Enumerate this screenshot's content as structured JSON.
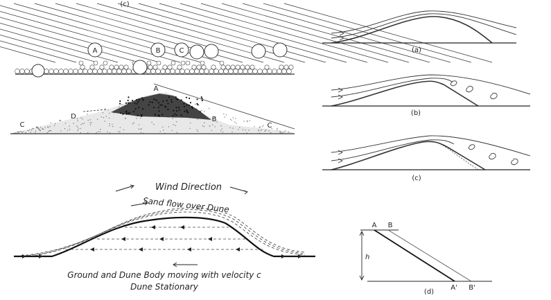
{
  "top_left": {
    "header": "(c)",
    "grain_labels": [
      "A",
      "B",
      "C"
    ]
  },
  "mid_left": {
    "labels": {
      "a": "A",
      "b": "B",
      "c_left": "C",
      "c_right": "C",
      "d": "D"
    }
  },
  "bottom_left": {
    "wind_direction": "Wind Direction",
    "sand_flow": "Sand flow over Dune",
    "ground_caption": "Ground and Dune Body moving with velocity c",
    "stationary_caption": "Dune Stationary"
  },
  "right": {
    "caption_a": "(a)",
    "caption_b": "(b)",
    "caption_c": "(c)",
    "caption_d": "(d)",
    "point_a": "A",
    "point_b": "B",
    "point_a_prime": "A'",
    "point_b_prime": "B'",
    "height_label": "h"
  }
}
